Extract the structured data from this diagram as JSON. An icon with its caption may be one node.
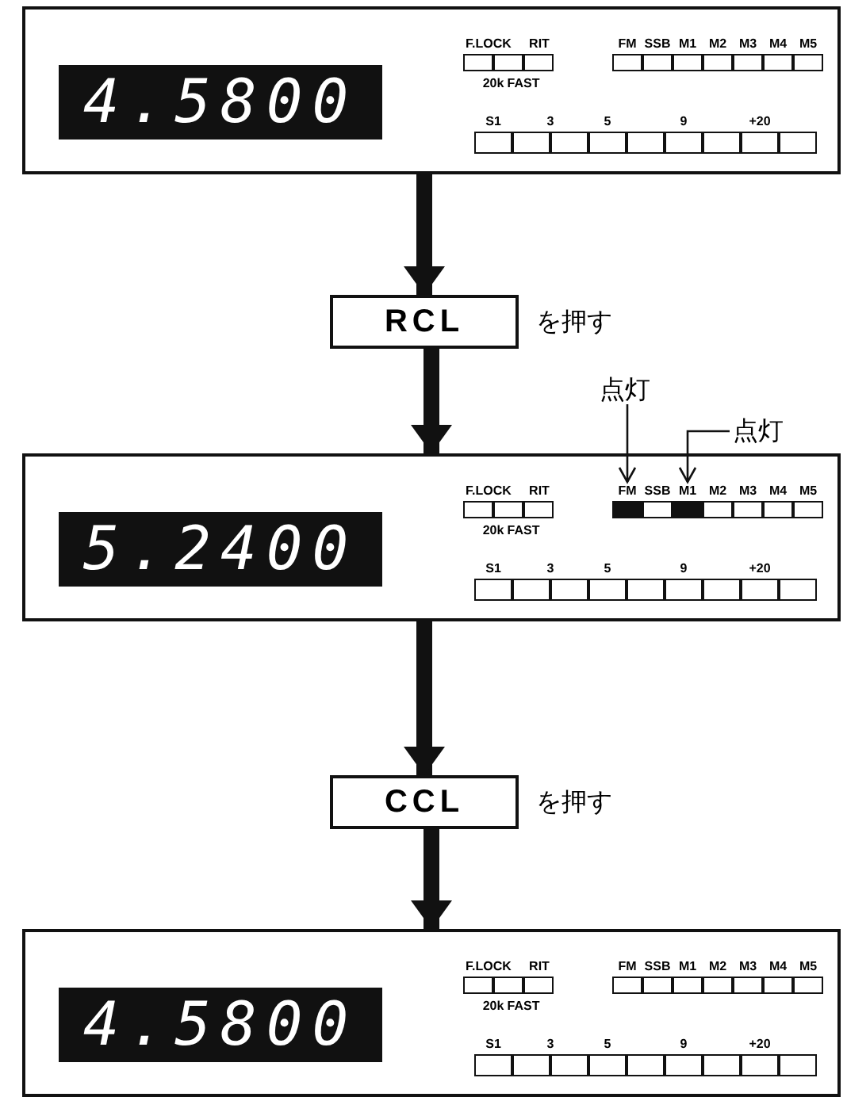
{
  "diagram": {
    "nodes": [
      {
        "text": [
          "4.5800"
        ]
      },
      {
        "text": [
          "RCL"
        ],
        "beside": [
          "を押す"
        ]
      },
      {
        "text": [
          "点灯"
        ]
      },
      {
        "text": [
          "点灯"
        ]
      },
      {
        "text": [
          "5.2400"
        ]
      },
      {
        "text": [
          "FM"
        ],
        "in": 4
      },
      {
        "text": [
          "M1"
        ],
        "in": 4
      },
      {
        "text": [
          "CCL"
        ],
        "beside": [
          "を押す"
        ]
      },
      {
        "text": [
          "4.5800"
        ]
      }
    ],
    "edges": [
      {
        "from": 0,
        "to": 1,
        "arrow": "to"
      },
      {
        "from": 1,
        "to": 4,
        "arrow": "to"
      },
      {
        "from": 2,
        "to": 5,
        "arrow": "to"
      },
      {
        "from": 3,
        "to": 6,
        "arrow": "to"
      },
      {
        "from": 4,
        "to": 7,
        "arrow": "to"
      },
      {
        "from": 7,
        "to": 8,
        "arrow": "to"
      }
    ],
    "labels": [
      "F.LOCK",
      "RIT",
      "FM",
      "SSB",
      "M1",
      "M2",
      "M3",
      "M4",
      "M5",
      "20k",
      "FAST",
      "S1",
      "3",
      "5",
      "9",
      "+20",
      "F.LOCK",
      "RIT",
      "SSB",
      "M2",
      "M3",
      "M4",
      "M5",
      "20k",
      "FAST",
      "S1",
      "3",
      "5",
      "9",
      "+20",
      "F.LOCK",
      "RIT",
      "FM",
      "SSB",
      "M1",
      "M2",
      "M3",
      "M4",
      "M5",
      "20k",
      "FAST",
      "S1",
      "3",
      "5",
      "9",
      "+20"
    ]
  }
}
